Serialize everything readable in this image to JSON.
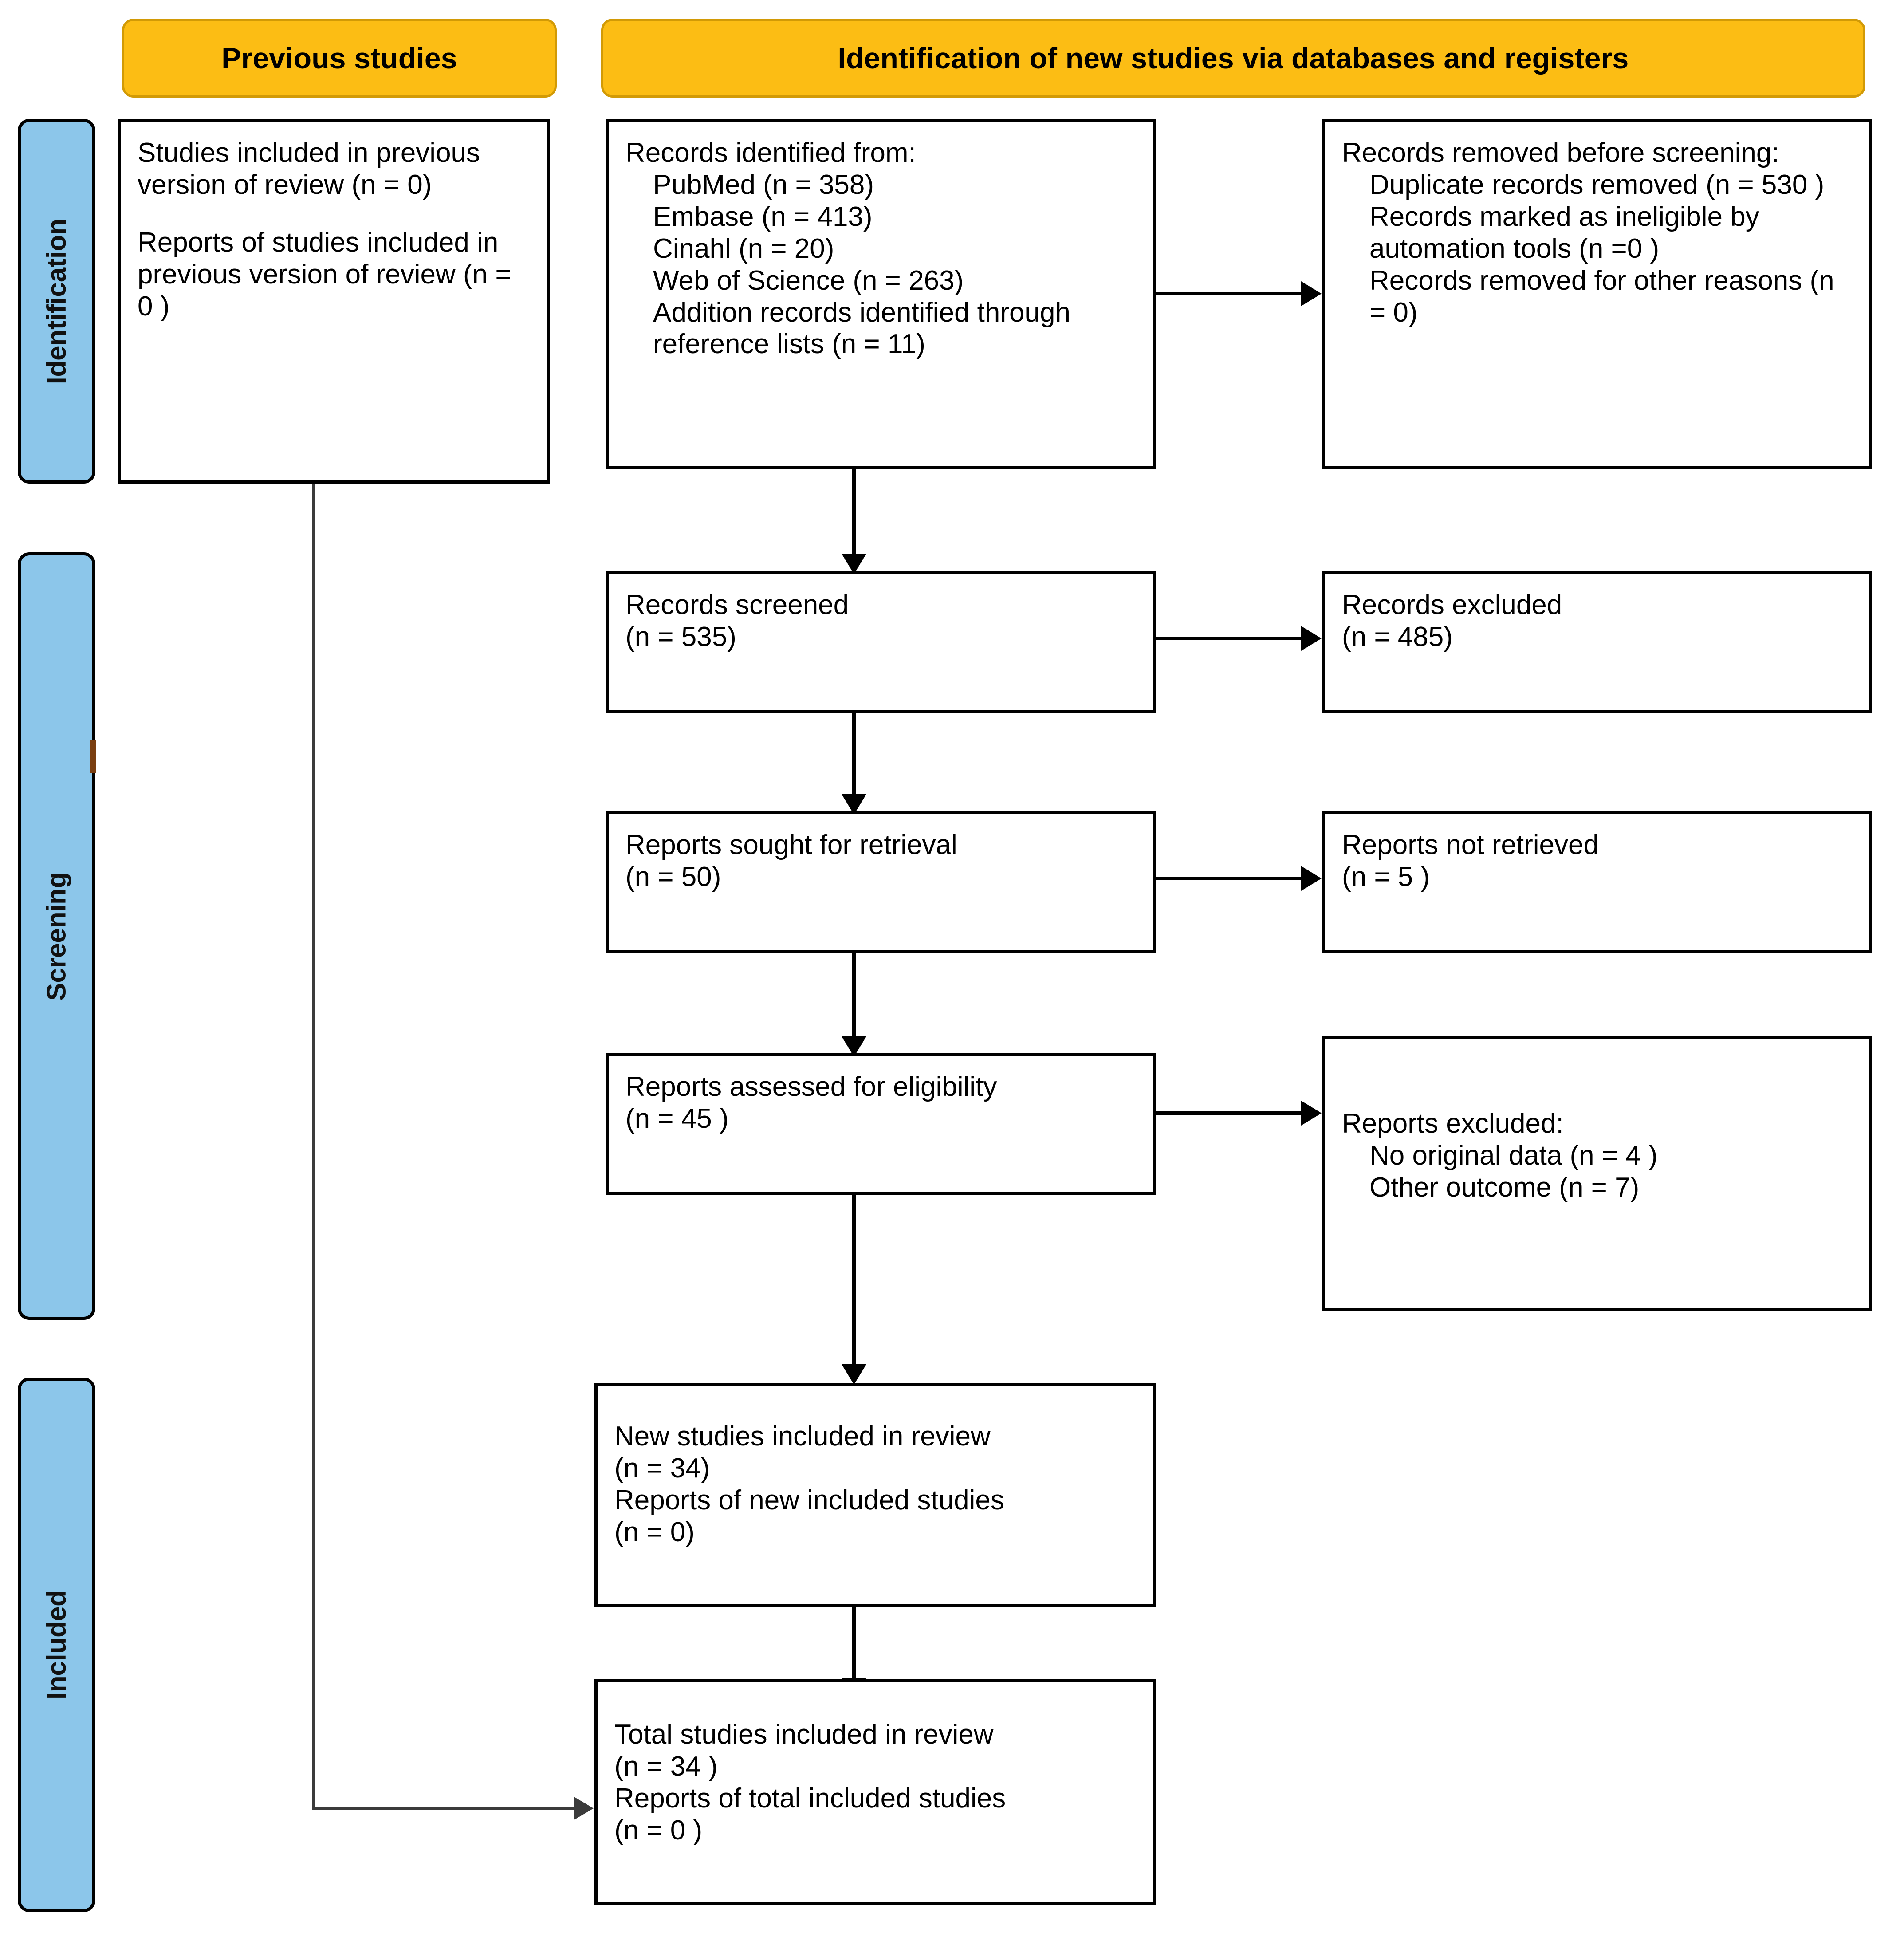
{
  "diagram": {
    "type": "prisma-flow-diagram",
    "title": "PRISMA 2020 flow diagram for updated systematic reviews",
    "colors": {
      "header_fill": "#FCBD14",
      "header_border": "#D29A06",
      "stage_fill": "#8CC6EA",
      "box_border": "#000000",
      "connector": "#000000",
      "previous_connector": "#3B3B3B"
    }
  },
  "headers": {
    "previous": "Previous studies",
    "new": "Identification of new studies via databases and registers"
  },
  "stages": [
    {
      "label": "Identification"
    },
    {
      "label": "Screening"
    },
    {
      "label": "Included"
    }
  ],
  "boxes": {
    "previous_studies": {
      "name": "previous-studies-box",
      "lines": [
        {
          "text": "Studies included in previous version of review (n = 0)",
          "indent": false
        },
        {
          "text": "",
          "indent": false
        },
        {
          "text": "Reports of studies included in previous version of review (n = 0 )",
          "indent": false
        }
      ]
    },
    "records_identified": {
      "name": "records-identified-box",
      "lines": [
        {
          "text": "Records identified from:",
          "indent": false
        },
        {
          "text": "PubMed (n = 358)",
          "indent": true
        },
        {
          "text": "Embase (n = 413)",
          "indent": true
        },
        {
          "text": "Cinahl (n = 20)",
          "indent": true
        },
        {
          "text": "Web of Science (n = 263)",
          "indent": true
        },
        {
          "text": "Addition records identified through reference lists (n = 11)",
          "indent": true
        }
      ]
    },
    "records_removed": {
      "name": "records-removed-box",
      "lines": [
        {
          "text": "Records removed before screening:",
          "indent": false
        },
        {
          "text": "Duplicate records removed (n = 530 )",
          "indent": true
        },
        {
          "text": "Records marked as ineligible by automation tools (n =0 )",
          "indent": true
        },
        {
          "text": "Records removed for other reasons (n = 0)",
          "indent": true
        }
      ]
    },
    "records_screened": {
      "name": "records-screened-box",
      "lines": [
        {
          "text": "Records screened",
          "indent": false
        },
        {
          "text": "(n = 535)",
          "indent": false
        }
      ]
    },
    "records_excluded": {
      "name": "records-excluded-box",
      "lines": [
        {
          "text": "Records excluded",
          "indent": false
        },
        {
          "text": "(n = 485)",
          "indent": false
        }
      ]
    },
    "reports_sought": {
      "name": "reports-sought-box",
      "lines": [
        {
          "text": "Reports sought for retrieval",
          "indent": false
        },
        {
          "text": "(n = 50)",
          "indent": false
        }
      ]
    },
    "reports_not_retrieved": {
      "name": "reports-not-retrieved-box",
      "lines": [
        {
          "text": "Reports not retrieved",
          "indent": false
        },
        {
          "text": "(n = 5 )",
          "indent": false
        }
      ]
    },
    "reports_assessed": {
      "name": "reports-assessed-box",
      "lines": [
        {
          "text": "Reports assessed for eligibility",
          "indent": false
        },
        {
          "text": "(n = 45 )",
          "indent": false
        }
      ]
    },
    "reports_excluded": {
      "name": "reports-excluded-box",
      "lines": [
        {
          "text": "Reports excluded:",
          "indent": false
        },
        {
          "text": "No original data (n = 4 )",
          "indent": true
        },
        {
          "text": "Other outcome (n = 7)",
          "indent": true
        }
      ]
    },
    "new_included": {
      "name": "new-studies-included-box",
      "lines": [
        {
          "text": "New studies included in review",
          "indent": false
        },
        {
          "text": "(n = 34)",
          "indent": false
        },
        {
          "text": "Reports of new included studies",
          "indent": false
        },
        {
          "text": "(n = 0)",
          "indent": false
        }
      ]
    },
    "total_included": {
      "name": "total-studies-included-box",
      "lines": [
        {
          "text": "Total studies included in review",
          "indent": false
        },
        {
          "text": "(n = 34 )",
          "indent": false
        },
        {
          "text": "Reports of total included studies",
          "indent": false
        },
        {
          "text": "(n = 0 )",
          "indent": false
        }
      ]
    }
  },
  "chart_data": {
    "type": "diagram",
    "nodes": [
      {
        "id": "previous_studies",
        "label": "Studies included in previous version of review",
        "n": 0
      },
      {
        "id": "previous_reports",
        "label": "Reports of studies included in previous version of review",
        "n": 0
      },
      {
        "id": "pubmed",
        "label": "PubMed",
        "n": 358
      },
      {
        "id": "embase",
        "label": "Embase",
        "n": 413
      },
      {
        "id": "cinahl",
        "label": "Cinahl",
        "n": 20
      },
      {
        "id": "web_of_science",
        "label": "Web of Science",
        "n": 263
      },
      {
        "id": "reference_lists",
        "label": "Addition records identified through reference lists",
        "n": 11
      },
      {
        "id": "duplicates_removed",
        "label": "Duplicate records removed",
        "n": 530
      },
      {
        "id": "ineligible_automation",
        "label": "Records marked as ineligible by automation tools",
        "n": 0
      },
      {
        "id": "removed_other",
        "label": "Records removed for other reasons",
        "n": 0
      },
      {
        "id": "records_screened",
        "label": "Records screened",
        "n": 535
      },
      {
        "id": "records_excluded",
        "label": "Records excluded",
        "n": 485
      },
      {
        "id": "reports_sought",
        "label": "Reports sought for retrieval",
        "n": 50
      },
      {
        "id": "reports_not_retrieved",
        "label": "Reports not retrieved",
        "n": 5
      },
      {
        "id": "reports_assessed",
        "label": "Reports assessed for eligibility",
        "n": 45
      },
      {
        "id": "excluded_no_original_data",
        "label": "No original data",
        "n": 4
      },
      {
        "id": "excluded_other_outcome",
        "label": "Other outcome",
        "n": 7
      },
      {
        "id": "new_studies_included",
        "label": "New studies included in review",
        "n": 34
      },
      {
        "id": "new_reports_included",
        "label": "Reports of new included studies",
        "n": 0
      },
      {
        "id": "total_studies_included",
        "label": "Total studies included in review",
        "n": 34
      },
      {
        "id": "total_reports_included",
        "label": "Reports of total included studies",
        "n": 0
      }
    ],
    "edges": [
      {
        "from": "records_identified",
        "to": "records_removed"
      },
      {
        "from": "records_identified",
        "to": "records_screened"
      },
      {
        "from": "records_screened",
        "to": "records_excluded"
      },
      {
        "from": "records_screened",
        "to": "reports_sought"
      },
      {
        "from": "reports_sought",
        "to": "reports_not_retrieved"
      },
      {
        "from": "reports_sought",
        "to": "reports_assessed"
      },
      {
        "from": "reports_assessed",
        "to": "reports_excluded"
      },
      {
        "from": "reports_assessed",
        "to": "new_included"
      },
      {
        "from": "new_included",
        "to": "total_included"
      },
      {
        "from": "previous_studies",
        "to": "total_included"
      }
    ]
  }
}
